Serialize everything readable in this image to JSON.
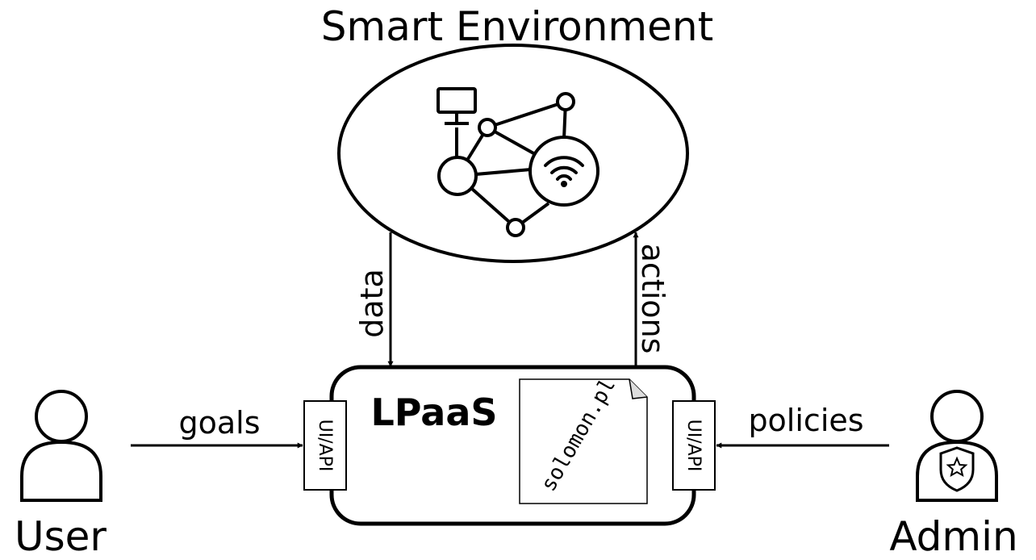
{
  "diagram": {
    "title": "Smart Environment",
    "platform": {
      "label": "LPaaS"
    },
    "file": {
      "label": "solomon.pl"
    },
    "interfaces": {
      "left": "UI/API",
      "right": "UI/API"
    },
    "edges": {
      "data": "data",
      "actions": "actions",
      "goals": "goals",
      "policies": "policies"
    },
    "actors": {
      "user": "User",
      "admin": "Admin"
    },
    "icons": {
      "network": "iot-network-icon",
      "wifi": "wifi-icon",
      "monitor": "monitor-icon",
      "user": "user-icon",
      "admin": "admin-shield-icon"
    }
  }
}
